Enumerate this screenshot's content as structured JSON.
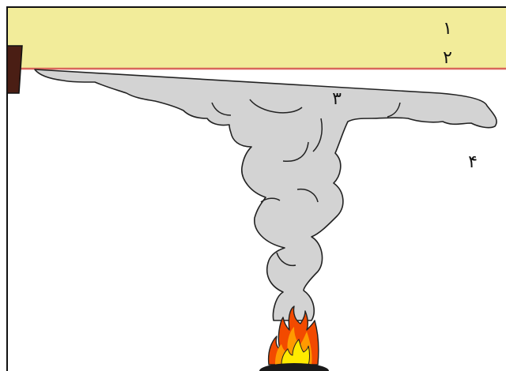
{
  "labels": {
    "one": "١",
    "two": "٢",
    "three": "٣",
    "four": "۴"
  },
  "colors": {
    "ceiling_layer": "#f2ec9a",
    "interface_line": "#d9675a",
    "smoke": "#d3d3d3",
    "smoke_outline": "#222222",
    "wall_post": "#4a1e14",
    "flame_outer": "#f24a00",
    "flame_mid": "#ff9a00",
    "flame_inner": "#ffea00",
    "burner": "#1a1a1a"
  }
}
